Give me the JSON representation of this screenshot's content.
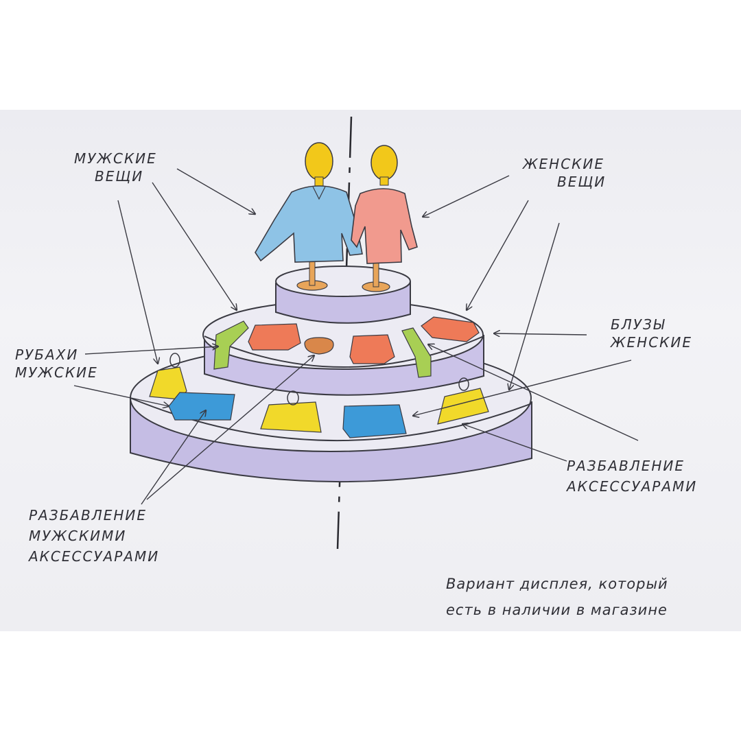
{
  "labels": {
    "mens_items": {
      "line1": "МУЖСКИЕ",
      "line2": "ВЕЩИ"
    },
    "womens_items": {
      "line1": "ЖЕНСКИЕ",
      "line2": "ВЕЩИ"
    },
    "mens_shirts": {
      "line1": "РУБАХИ",
      "line2": "МУЖСКИЕ"
    },
    "womens_blouses": {
      "line1": "БЛУЗЫ",
      "line2": "ЖЕНСКИЕ"
    },
    "mens_accessories": {
      "line1": "РАЗБАВЛЕНИЕ",
      "line2": "МУЖСКИМИ",
      "line3": "АКСЕССУАРАМИ"
    },
    "accessories": {
      "line1": "РАЗБАВЛЕНИЕ",
      "line2": "АКСЕССУАРАМИ"
    }
  },
  "note": {
    "line1": "Вариант дисплея, который",
    "line2": "есть в наличии в магазине"
  },
  "colors": {
    "display": "#c9c2e6",
    "mens_shirt": "#8ec3e6",
    "womens_blouse": "#f19a8e",
    "mannequin_head": "#f2c81a",
    "stand": "#e8a55a",
    "bag": "#f1d92a",
    "blue_item": "#3d9ad8",
    "orange_item": "#ee7a58",
    "green_item": "#a8cf54"
  }
}
